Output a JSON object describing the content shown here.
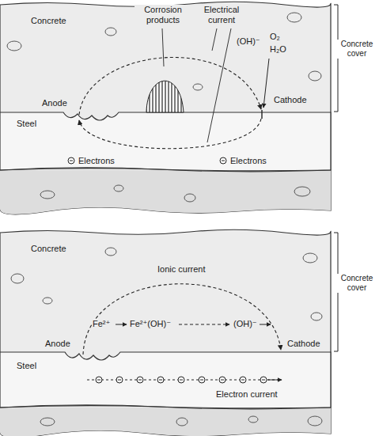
{
  "diagram": {
    "labels": [
      "Concrete",
      "Corrosion products",
      "Electrical current",
      "(OH)⁻",
      "O₂",
      "H₂O",
      "Anode",
      "Cathode",
      "Steel",
      "Electrons",
      "Electrons",
      "Concrete cover",
      "Concrete",
      "Ionic current",
      "Anode",
      "Fe²⁺",
      "Fe²⁺(OH)⁻",
      "(OH)⁻",
      "Cathode",
      "Steel",
      "Electron current",
      "Concrete cover"
    ]
  }
}
